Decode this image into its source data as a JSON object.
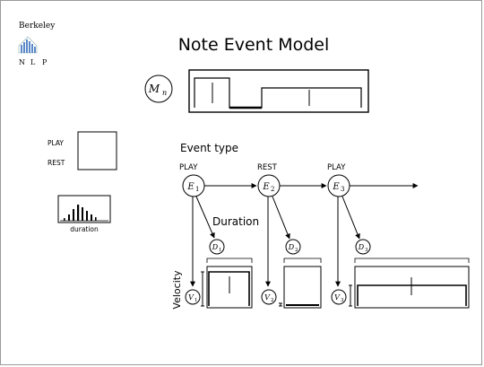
{
  "slide": {
    "title": "Note Event Model",
    "logo": {
      "top": "Berkeley",
      "letters": [
        "N",
        "L",
        "P"
      ],
      "icon": "berkeley-nlp-logo-icon"
    },
    "model_node": {
      "symbol": "M",
      "subscript": "n"
    },
    "legend": {
      "play_label": "PLAY",
      "rest_label": "REST",
      "duration_label": "duration"
    },
    "event_type_label": "Event type",
    "duration_label": "Duration",
    "velocity_label": "Velocity",
    "events": [
      {
        "type": "PLAY",
        "e_sym": "E",
        "e_sub": "1",
        "d_sym": "D",
        "d_sub": "1",
        "v_sym": "V",
        "v_sub": "1"
      },
      {
        "type": "REST",
        "e_sym": "E",
        "e_sub": "2",
        "d_sym": "D",
        "d_sub": "2",
        "v_sym": "V",
        "v_sub": "2"
      },
      {
        "type": "PLAY",
        "e_sym": "E",
        "e_sub": "3",
        "d_sym": "D",
        "d_sub": "3",
        "v_sym": "V",
        "v_sub": "3"
      }
    ]
  }
}
